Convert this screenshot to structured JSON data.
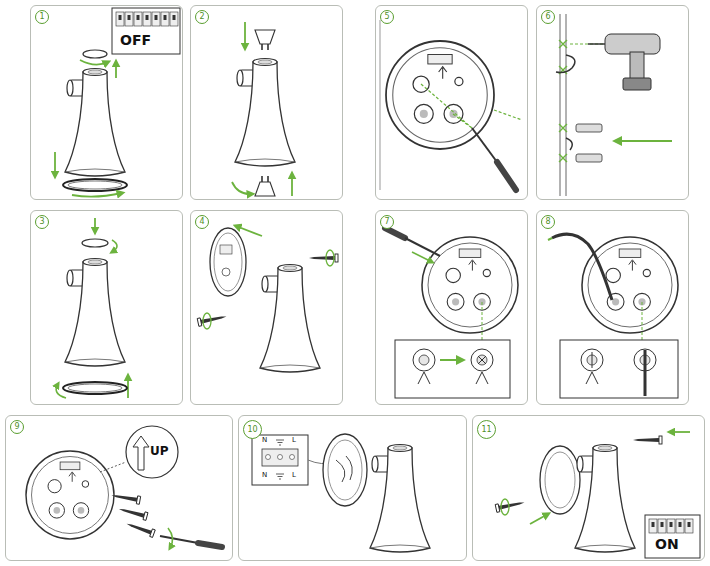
{
  "diagram": {
    "nodes": [
      {
        "text": [
          "1"
        ]
      },
      {
        "text": [
          "2"
        ]
      },
      {
        "text": [
          "5"
        ]
      },
      {
        "text": [
          "6"
        ]
      },
      {
        "text": [
          "3"
        ]
      },
      {
        "text": [
          "4"
        ]
      },
      {
        "text": [
          "7"
        ]
      },
      {
        "text": [
          "8"
        ]
      },
      {
        "text": [
          "9"
        ]
      },
      {
        "text": [
          "10"
        ]
      },
      {
        "text": [
          "11"
        ]
      }
    ],
    "labels": [
      "OFF",
      "UP",
      "N",
      "L",
      "N",
      "L",
      "ON"
    ]
  }
}
